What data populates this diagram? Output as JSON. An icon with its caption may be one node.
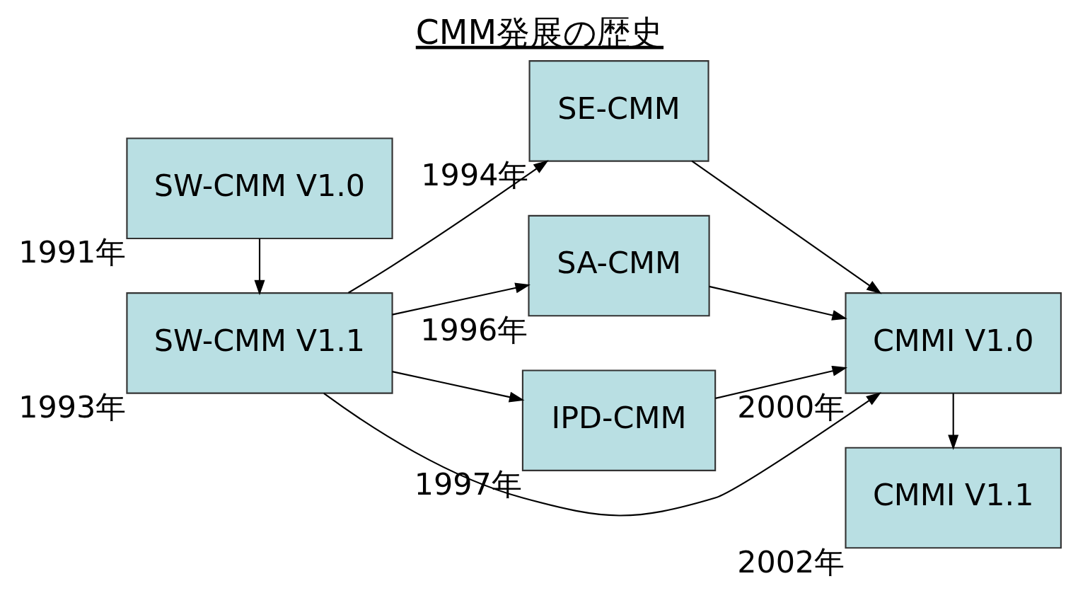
{
  "diagram": {
    "title": "CMM発展の歴史",
    "nodes": [
      {
        "text": [
          "SW-CMM V1.0"
        ],
        "beside": [
          "1991年"
        ]
      },
      {
        "text": [
          "SW-CMM V1.1"
        ],
        "beside": [
          "1993年"
        ]
      },
      {
        "text": [
          "SE-CMM"
        ],
        "beside": [
          "1994年"
        ]
      },
      {
        "text": [
          "SA-CMM"
        ],
        "beside": [
          "1996年"
        ]
      },
      {
        "text": [
          "IPD-CMM"
        ],
        "beside": [
          "1997年"
        ]
      },
      {
        "text": [
          "CMMI V1.0"
        ],
        "beside": [
          "2000年"
        ]
      },
      {
        "text": [
          "CMMI V1.1"
        ],
        "beside": [
          "2002年"
        ]
      }
    ],
    "edges": [
      {
        "from": 0,
        "to": 1,
        "arrow": "to"
      },
      {
        "from": 1,
        "to": 2,
        "arrow": "to"
      },
      {
        "from": 1,
        "to": 5,
        "arrow": "to"
      },
      {
        "from": 1,
        "to": 3,
        "arrow": "to"
      },
      {
        "from": 1,
        "to": 4,
        "arrow": "to"
      },
      {
        "from": 2,
        "to": 5,
        "arrow": "to"
      },
      {
        "from": 3,
        "to": 5,
        "arrow": "to"
      },
      {
        "from": 4,
        "to": 5,
        "arrow": "to"
      },
      {
        "from": 5,
        "to": 6,
        "arrow": "to"
      }
    ]
  }
}
